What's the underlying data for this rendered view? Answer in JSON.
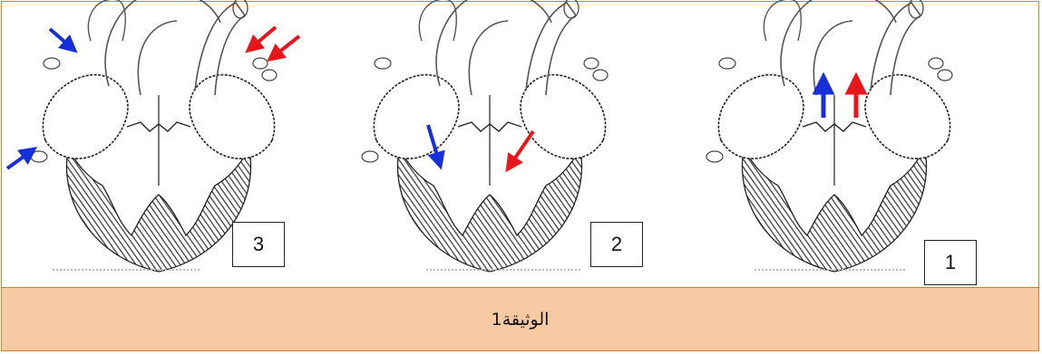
{
  "panels": [
    {
      "label": "3"
    },
    {
      "label": "2"
    },
    {
      "label": "1"
    }
  ],
  "caption": "الوثيقة1",
  "colors": {
    "frame": "#e07b1f",
    "caption_bg": "#f8caa4",
    "arrow_blue": "#1530d8",
    "arrow_red": "#e8151b",
    "hatch": "#333333"
  }
}
